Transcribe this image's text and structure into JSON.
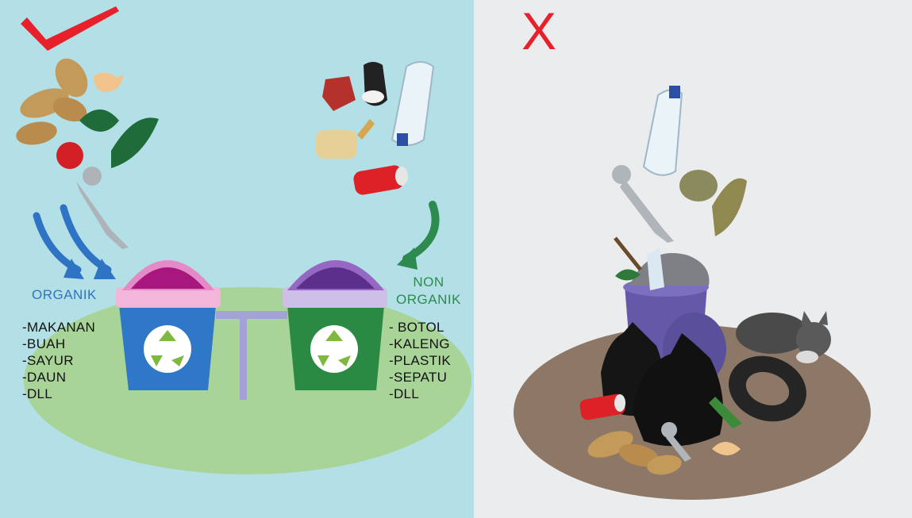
{
  "left_panel": {
    "check_icon": "checkmark-icon",
    "organik": {
      "label": "ORGANIK",
      "items": [
        "-MAKANAN",
        "-BUAH",
        "-SAYUR",
        "-DAUN",
        "-DLL"
      ]
    },
    "non_organik": {
      "label_line1": "NON",
      "label_line2": "ORGANIK",
      "items": [
        "- BOTOL",
        "-KALENG",
        "-PLASTIK",
        "-SEPATU",
        "-DLL"
      ]
    }
  },
  "right_panel": {
    "x_mark": "X"
  },
  "colors": {
    "left_bg": "#b3dfe6",
    "right_bg": "#ebeced",
    "check_red": "#e8202a",
    "organik_blue": "#2f73c4",
    "non_organik_green": "#2e8b50",
    "bin_blue": "#2f78c8",
    "bin_green": "#2a8a43",
    "lid_pink": "#e58ac6",
    "lid_purple": "#9668c3"
  }
}
